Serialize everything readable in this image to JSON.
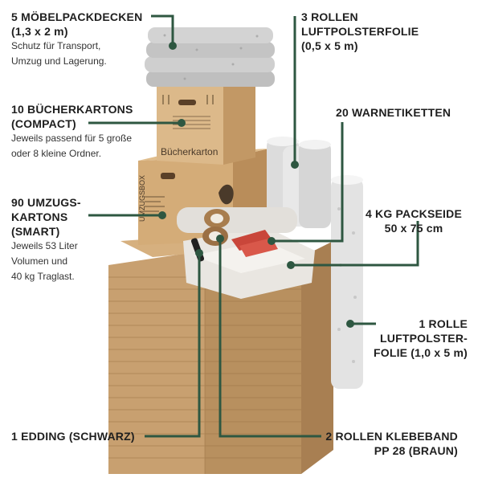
{
  "colors": {
    "accent": "#2e5741",
    "cardboard": "#c49a6c",
    "cardboard_dark": "#a87f52",
    "blanket": "#c9c9c9"
  },
  "labels": {
    "blankets": {
      "title1": "5 MÖBELPACKDECKEN",
      "title2": "(1,3 x 2 m)",
      "sub1": "Schutz für Transport,",
      "sub2": "Umzug und Lagerung."
    },
    "book_boxes": {
      "title1": "10 BÜCHERKARTONS",
      "title2": "(COMPACT)",
      "sub1": "Jeweils passend für 5 große",
      "sub2": "oder 8 kleine Ordner."
    },
    "moving_boxes": {
      "title1": "90 UMZUGS-",
      "title2": "KARTONS",
      "title3": "(SMART)",
      "sub1": "Jeweils 53 Liter",
      "sub2": "Volumen und",
      "sub3": "40 kg Traglast."
    },
    "bubble_small": {
      "title1": "3 ROLLEN",
      "title2": "LUFTPOLSTERFOLIE",
      "title3": "(0,5 x 5 m)"
    },
    "warning": {
      "title1": "20 WARNETIKETTEN"
    },
    "tissue": {
      "title1": "4 KG PACKSEIDE",
      "title2": "50 x 75 cm"
    },
    "bubble_large": {
      "title1": "1 ROLLE",
      "title2": "LUFTPOLSTER-",
      "title3": "FOLIE (1,0 x 5 m)"
    },
    "marker": {
      "title1": "1 EDDING (SCHWARZ)"
    },
    "tape": {
      "title1": "2 ROLLEN KLEBEBAND",
      "title2": "PP 28 (BRAUN)"
    }
  },
  "box_prints": {
    "book_box": "Bücherkarton",
    "moving_box": "UMZUGSBOX"
  }
}
